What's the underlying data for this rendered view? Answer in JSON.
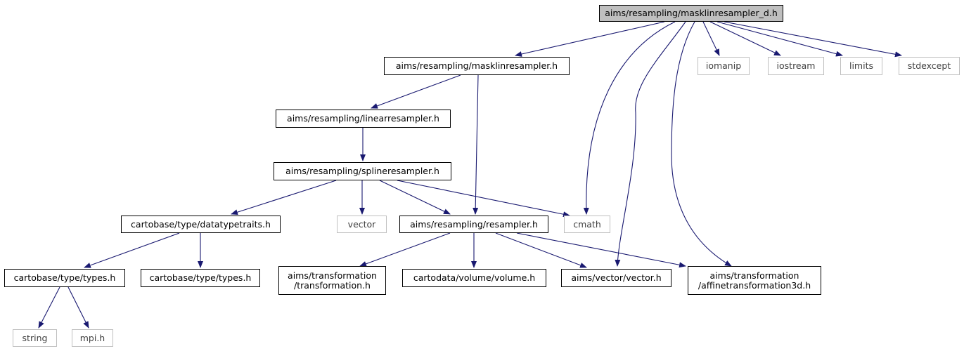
{
  "colors": {
    "edge": "#191970",
    "root_fill": "#bfbfbf",
    "node_border": "#000000",
    "external_border": "#bfbfbf",
    "external_text": "#404040"
  },
  "nodes": {
    "masklinresampler_d": "aims/resampling/masklinresampler_d.h",
    "masklinresampler": "aims/resampling/masklinresampler.h",
    "iomanip": "iomanip",
    "iostream": "iostream",
    "limits": "limits",
    "stdexcept": "stdexcept",
    "linearresampler": "aims/resampling/linearresampler.h",
    "splineresampler": "aims/resampling/splineresampler.h",
    "datatypetraits": "cartobase/type/datatypetraits.h",
    "vector": "vector",
    "resampler": "aims/resampling/resampler.h",
    "cmath": "cmath",
    "types_a": "cartobase/type/types.h",
    "types_b": "cartobase/type/types.h",
    "transformation": "aims/transformation\n/transformation.h",
    "volume": "cartodata/volume/volume.h",
    "vector_h": "aims/vector/vector.h",
    "affinetransformation3d": "aims/transformation\n/affinetransformation3d.h",
    "string": "string",
    "mpi": "mpi.h"
  }
}
